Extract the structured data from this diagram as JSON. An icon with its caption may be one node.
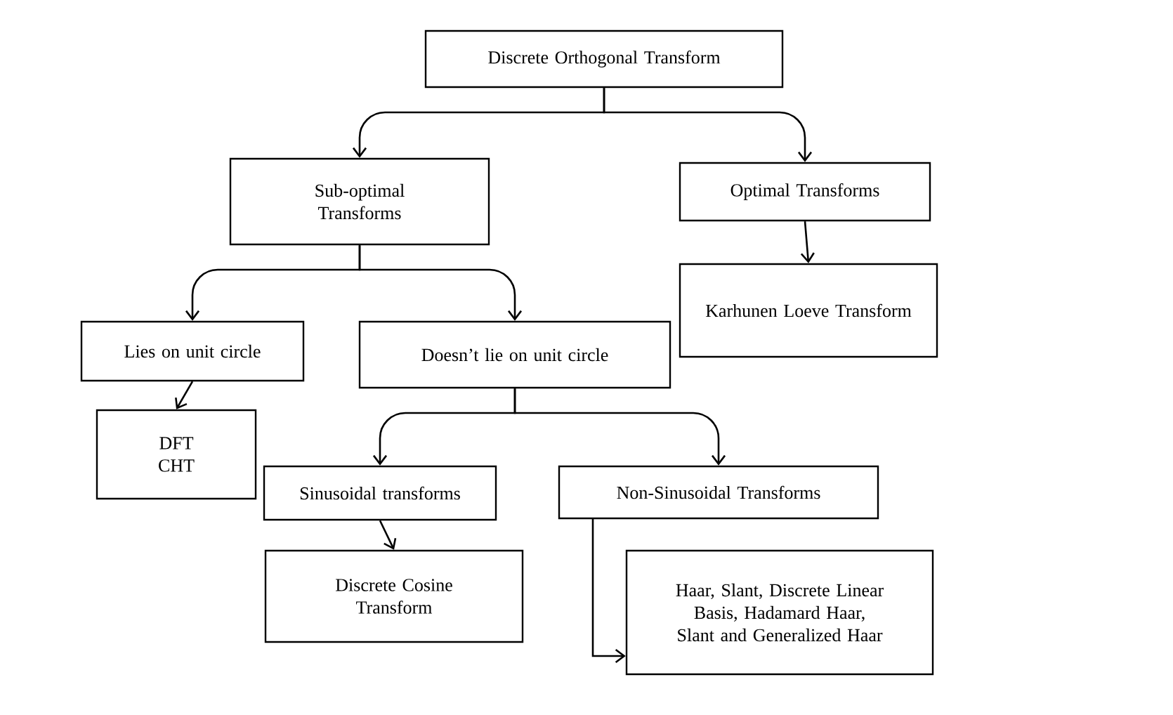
{
  "diagram": {
    "nodes": [
      {
        "text": [
          "Discrete Orthogonal Transform"
        ]
      },
      {
        "text": [
          "Sub-optimal Transforms"
        ]
      },
      {
        "text": [
          "Optimal Transforms"
        ]
      },
      {
        "text": [
          "Karhunen Loeve Transform"
        ]
      },
      {
        "text": [
          "Lies on unit circle"
        ]
      },
      {
        "text": [
          "Doesn’t lie on unit circle"
        ]
      },
      {
        "text": [
          "DFT CHT"
        ]
      },
      {
        "text": [
          "Sinusoidal transforms"
        ]
      },
      {
        "text": [
          "Non-Sinusoidal Transforms"
        ]
      },
      {
        "text": [
          "Discrete Cosine Transform"
        ]
      },
      {
        "text": [
          "Haar, Slant, Discrete Linear Basis, Hadamard Haar, Slant and Generalized Haar"
        ]
      }
    ],
    "edges": [
      {
        "from": 0,
        "to": 1,
        "arrow": "to"
      },
      {
        "from": 0,
        "to": 2,
        "arrow": "to"
      },
      {
        "from": 1,
        "to": 4,
        "arrow": "to"
      },
      {
        "from": 1,
        "to": 5,
        "arrow": "to"
      },
      {
        "from": 2,
        "to": 3,
        "arrow": "to"
      },
      {
        "from": 4,
        "to": 6,
        "arrow": "to"
      },
      {
        "from": 5,
        "to": 7,
        "arrow": "to"
      },
      {
        "from": 5,
        "to": 8,
        "arrow": "to"
      },
      {
        "from": 7,
        "to": 9,
        "arrow": "to"
      },
      {
        "from": 8,
        "to": 10,
        "arrow": "to"
      }
    ]
  }
}
